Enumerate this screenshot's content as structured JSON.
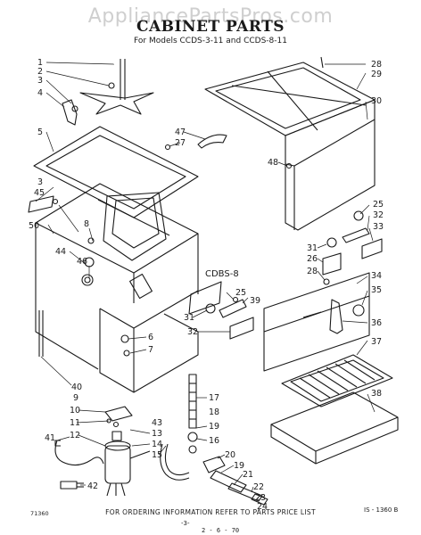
{
  "watermark": "AppliancePartsPros.com",
  "title": "CABINET PARTS",
  "subtitle": "For Models CCDS-3-11 and CCDS-8-11",
  "inset_label": "CDBS-8",
  "callouts": {
    "c1": "1",
    "c2": "2",
    "c3": "3",
    "c4": "4",
    "c5": "5",
    "c6": "6",
    "c7": "7",
    "c8": "8",
    "c9": "9",
    "c10": "10",
    "c11": "11",
    "c12": "12",
    "c13": "13",
    "c14": "14",
    "c15": "15",
    "c16": "16",
    "c17": "17",
    "c18": "18",
    "c19a": "19",
    "c19b": "19",
    "c20": "20",
    "c21": "21",
    "c22": "22",
    "c23": "23",
    "c24": "24",
    "c25a": "25",
    "c25b": "25",
    "c26": "26",
    "c27": "27",
    "c28a": "28",
    "c28b": "28",
    "c29": "29",
    "c30": "30",
    "c31a": "31",
    "c31b": "31",
    "c32a": "32",
    "c32b": "32",
    "c33": "33",
    "c34": "34",
    "c35": "35",
    "c36": "36",
    "c37": "37",
    "c38": "38",
    "c39": "39",
    "c40": "40",
    "c41": "41",
    "c42": "42",
    "c43": "43",
    "c44": "44",
    "c45": "45",
    "c46": "46",
    "c47": "47",
    "c48": "48",
    "c50": "50",
    "c3b": "3"
  },
  "footer": "FOR ORDERING INFORMATION REFER TO PARTS PRICE LIST",
  "ref_code": "IS - 1360 B",
  "left_code": "71360",
  "page_no": "-3-",
  "page_code": "2 - 6 - 70"
}
